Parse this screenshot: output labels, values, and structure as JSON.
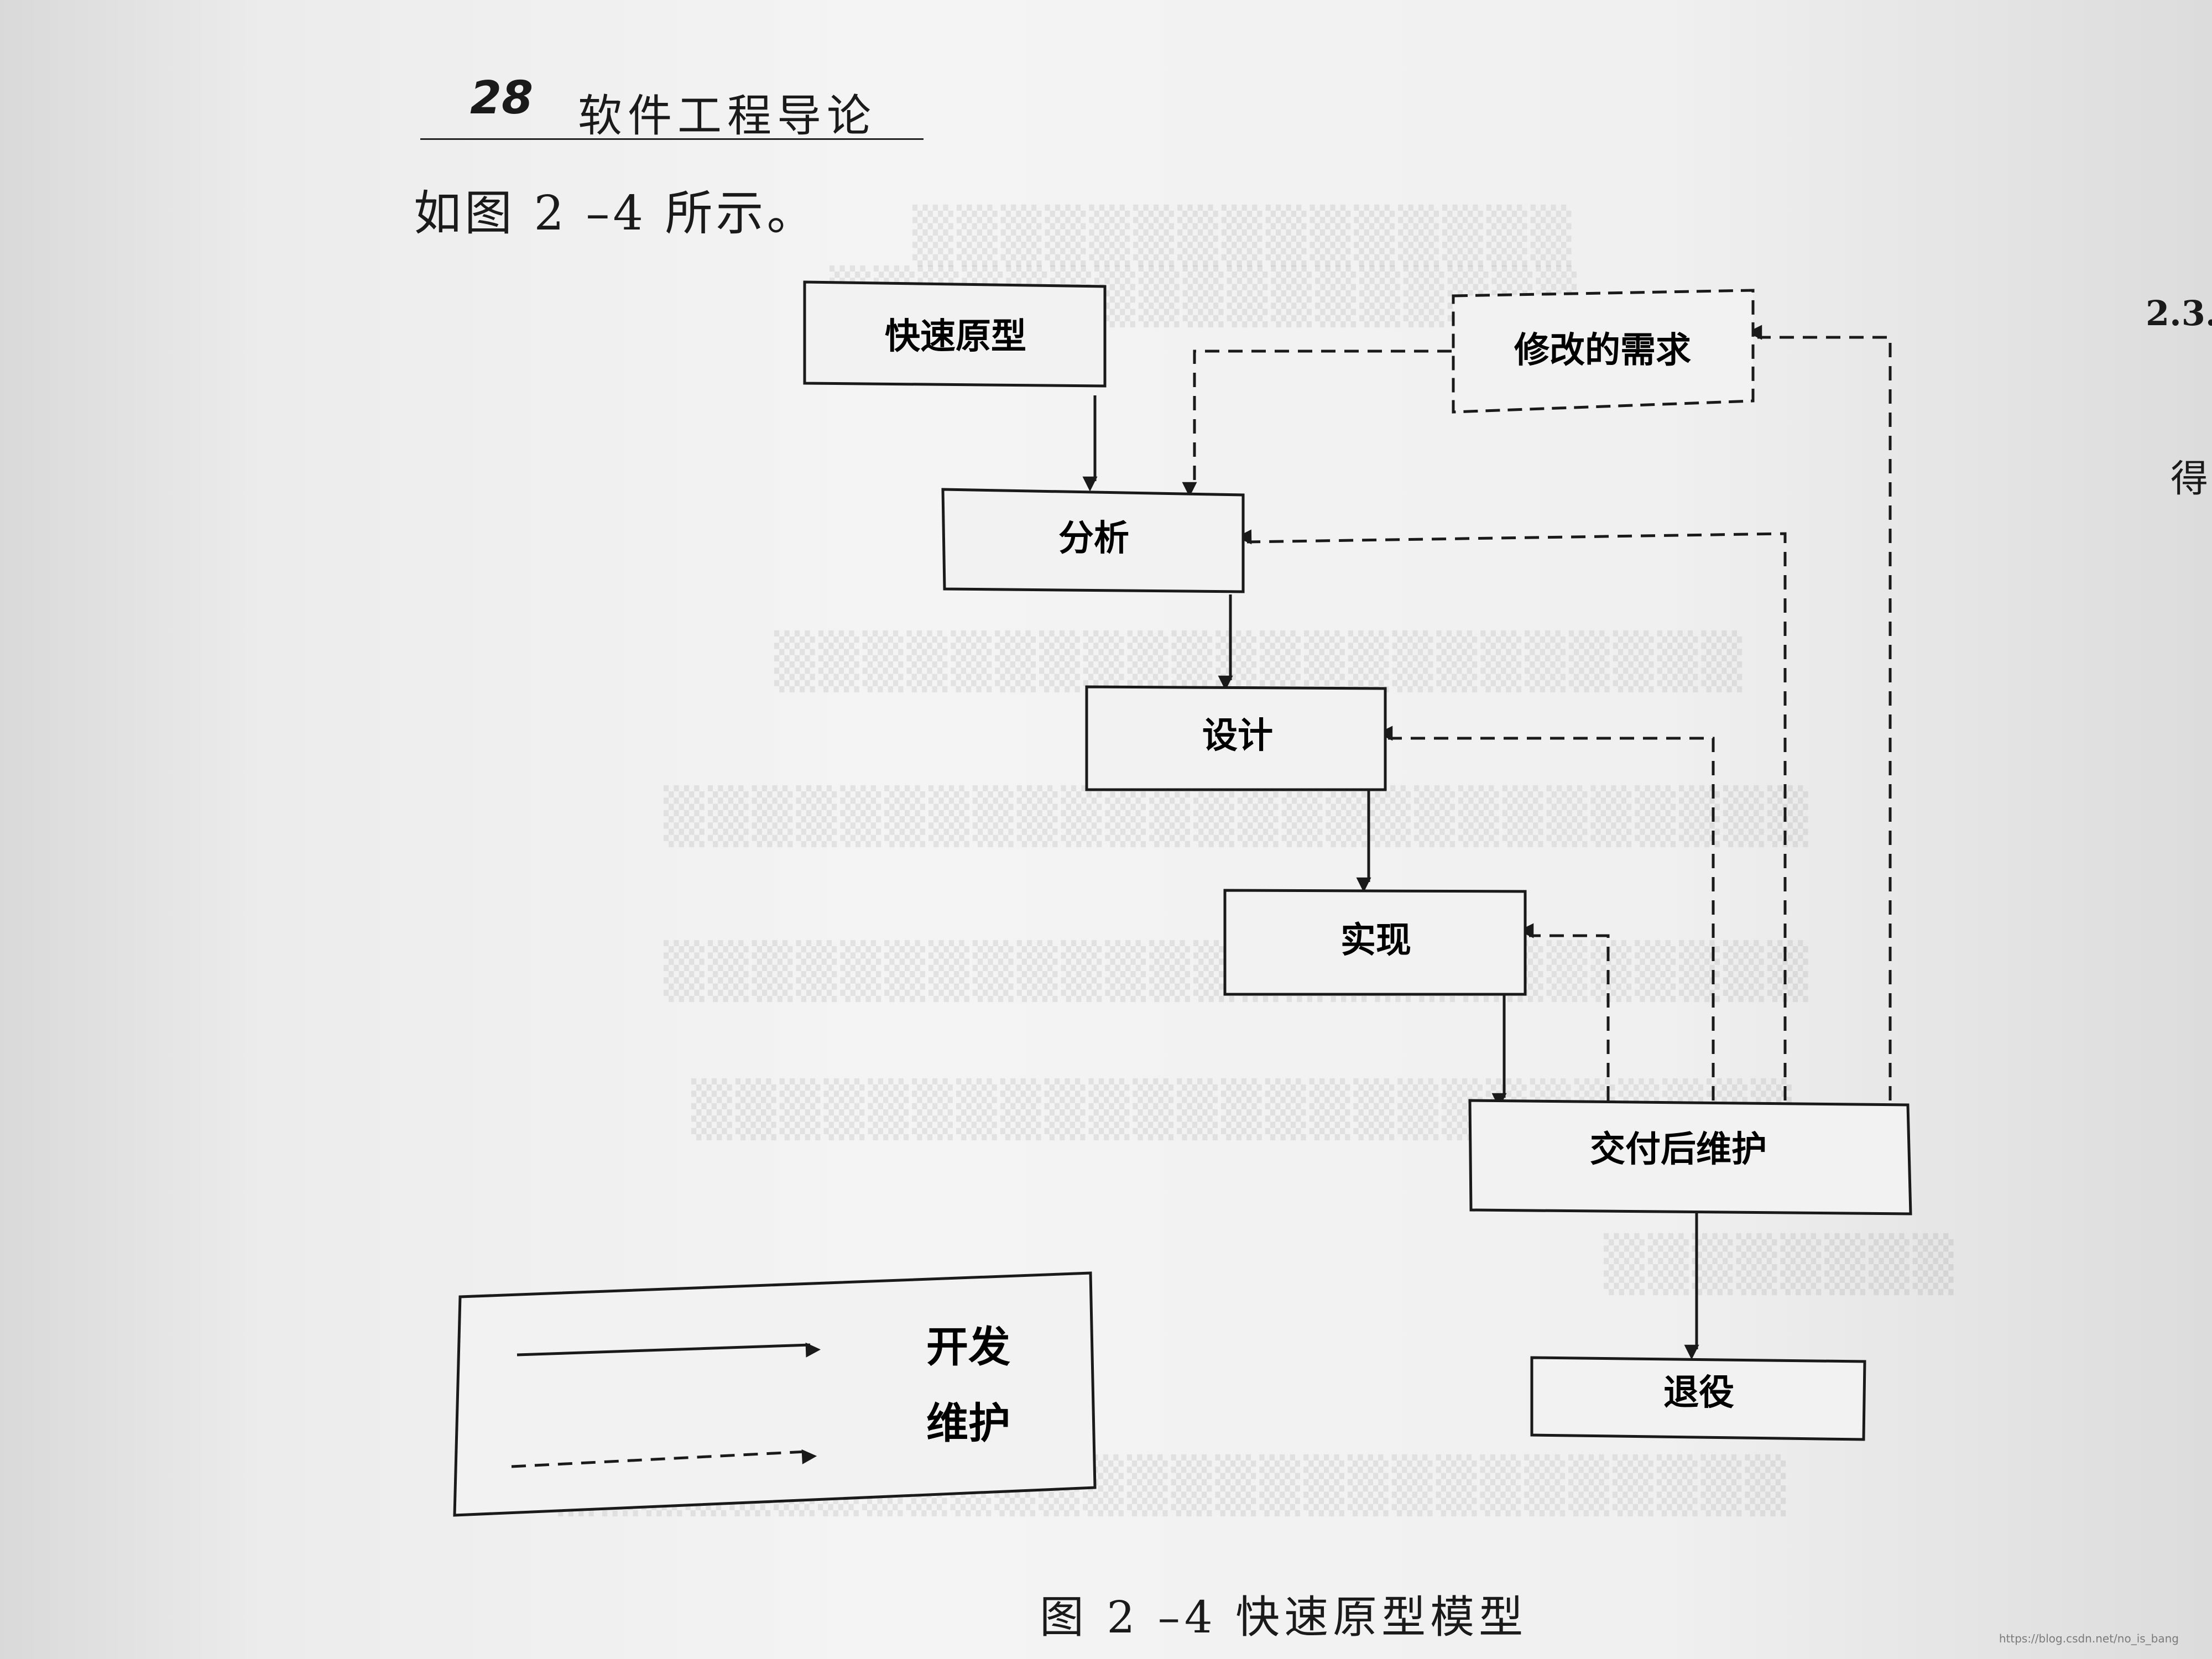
{
  "header": {
    "page_number": "28",
    "book_title": "软件工程导论"
  },
  "intro_text": "如图 2 –4 所示。",
  "side_heading": "2.3.",
  "side_char": "得",
  "diagram": {
    "nodes": {
      "rapid_prototype": "快速原型",
      "modified_requirements": "修改的需求",
      "analysis": "分析",
      "design": "设计",
      "implementation": "实现",
      "post_delivery_maintenance": "交付后维护",
      "retirement": "退役"
    },
    "legend": {
      "development": "开发",
      "maintenance": "维护"
    }
  },
  "caption": "图 2 –4   快速原型模型",
  "watermark": "https://blog.csdn.net/no_is_bang"
}
